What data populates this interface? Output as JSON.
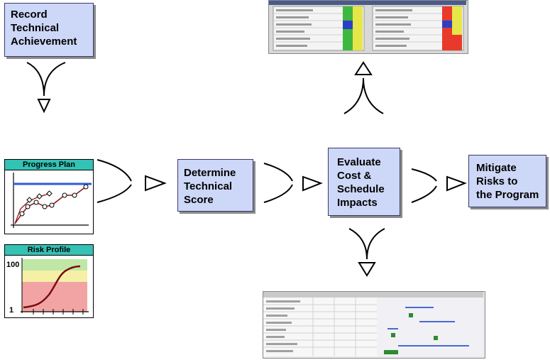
{
  "boxes": {
    "record": [
      "Record",
      "Technical",
      "Achievement"
    ],
    "determine": [
      "Determine",
      "Technical",
      "Score"
    ],
    "evaluate": [
      "Evaluate",
      "Cost &",
      "Schedule",
      "Impacts"
    ],
    "mitigate": [
      "Mitigate",
      "Risks to",
      "the Program"
    ]
  },
  "progress_plan": {
    "title": "Progress Plan"
  },
  "risk_profile": {
    "title": "Risk Profile",
    "y_top_label": "100",
    "y_bottom_label": "1"
  },
  "colors": {
    "box_fill": "#cdd7f7",
    "panel_header": "#33c2b4",
    "plan_line": "#2f5bd6",
    "actual_line": "#8b1010",
    "risk_red": "#f2a4a4",
    "risk_yellow": "#f5f0a6",
    "risk_green": "#bfe8a6"
  }
}
